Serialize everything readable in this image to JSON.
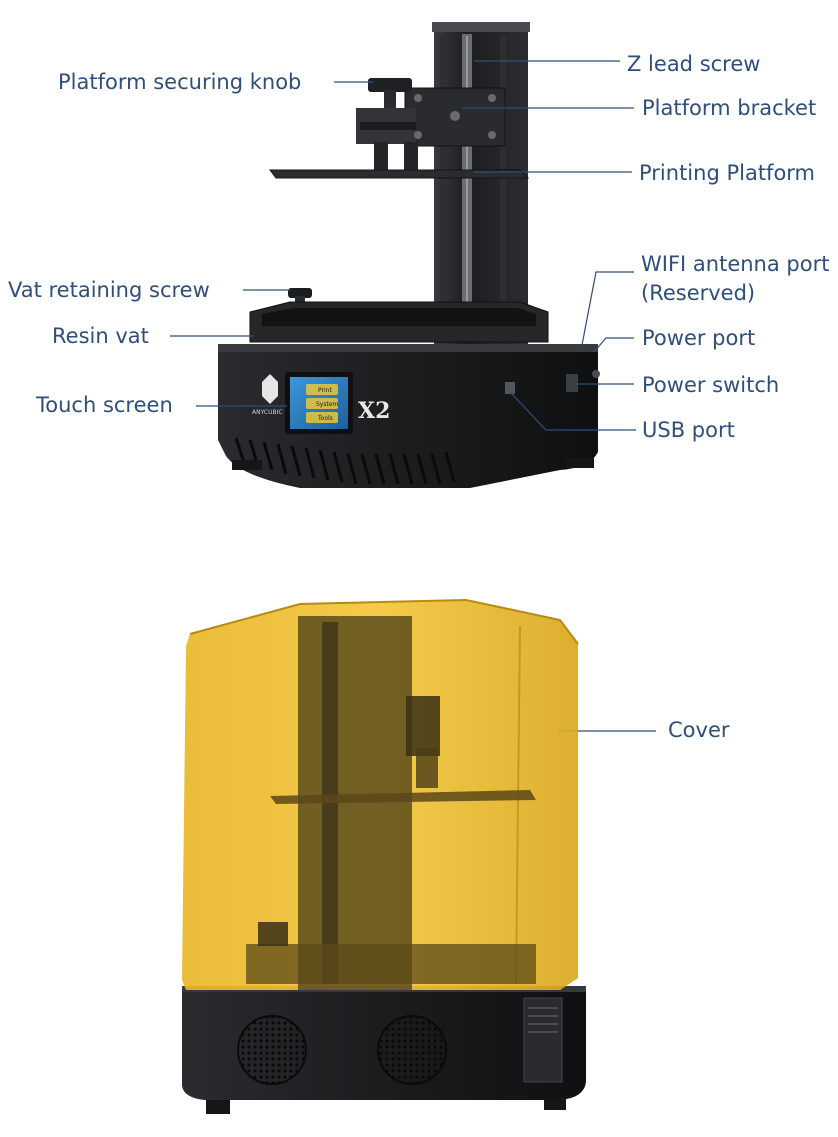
{
  "labels": {
    "platform_securing_knob": "Platform securing knob",
    "z_lead_screw": "Z lead screw",
    "platform_bracket": "Platform bracket",
    "printing_platform": "Printing Platform",
    "vat_retaining_screw": "Vat retaining screw",
    "wifi_antenna_port_1": "WIFI antenna port",
    "wifi_antenna_port_2": "(Reserved)",
    "resin_vat": "Resin vat",
    "power_port": "Power port",
    "touch_screen": "Touch screen",
    "power_switch": "Power switch",
    "usb_port": "USB port",
    "cover": "Cover"
  },
  "printer": {
    "model_mark": "X2",
    "brand_mark": "ANYCUBIC",
    "screen_items": [
      "Print",
      "System",
      "Tools"
    ]
  },
  "colors": {
    "label_text": "#2f4e7a",
    "leader_line": "#2f4e7a",
    "body_dark": "#1e1f21",
    "cover_amber": "#f2c233",
    "screen_blue": "#2f7fc4"
  }
}
